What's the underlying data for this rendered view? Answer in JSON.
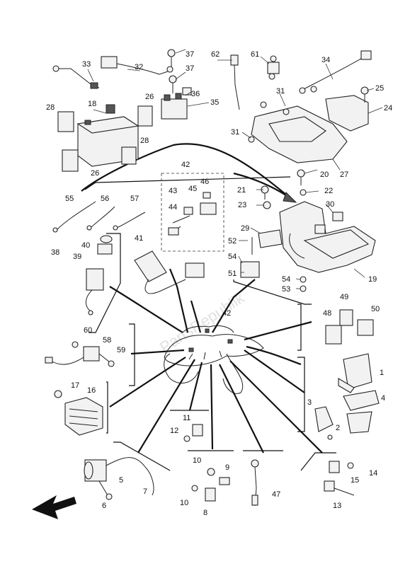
{
  "watermark": "PartsRepublik",
  "labels": {
    "p1": "1",
    "p2": "2",
    "p3": "3",
    "p4": "4",
    "p5": "5",
    "p6": "6",
    "p7": "7",
    "p8": "8",
    "p9": "9",
    "p10a": "10",
    "p10b": "10",
    "p11": "11",
    "p12": "12",
    "p13": "13",
    "p14": "14",
    "p15": "15",
    "p16": "16",
    "p17": "17",
    "p18": "18",
    "p19": "19",
    "p20": "20",
    "p21": "21",
    "p22": "22",
    "p23": "23",
    "p24": "24",
    "p25": "25",
    "p26a": "26",
    "p26b": "26",
    "p27": "27",
    "p28a": "28",
    "p28b": "28",
    "p29": "29",
    "p30": "30",
    "p31a": "31",
    "p31b": "31",
    "p32": "32",
    "p33": "33",
    "p34": "34",
    "p35": "35",
    "p36": "36",
    "p37a": "37",
    "p37b": "37",
    "p38": "38",
    "p39": "39",
    "p40": "40",
    "p41": "41",
    "p42a": "42",
    "p42b": "42",
    "p43": "43",
    "p44": "44",
    "p45": "45",
    "p46": "46",
    "p47": "47",
    "p48": "48",
    "p49": "49",
    "p50": "50",
    "p51": "51",
    "p52": "52",
    "p53": "53",
    "p54": "54",
    "p55": "55",
    "p56": "56",
    "p57": "57",
    "p58": "58",
    "p59": "59",
    "p60": "60",
    "p61": "61",
    "p62": "62"
  }
}
